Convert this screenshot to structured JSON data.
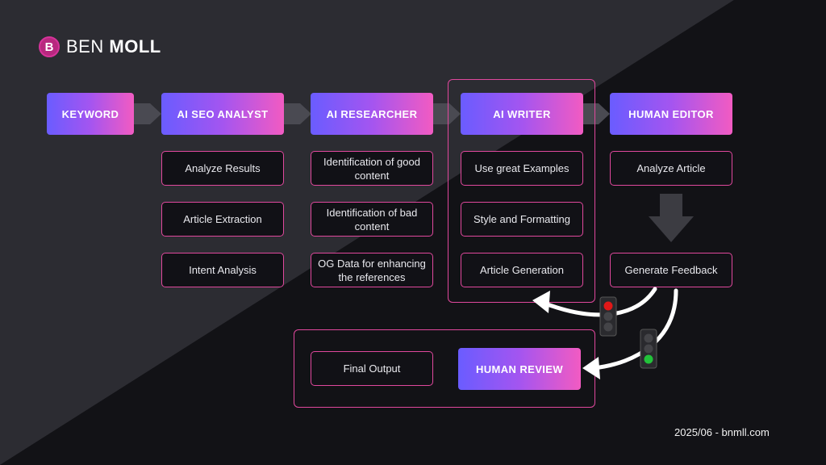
{
  "brand": {
    "first": "BEN",
    "last": "MOLL",
    "mark": "B"
  },
  "colors": {
    "accent_pink": "#e0489d",
    "gradient_start": "#6a5cff",
    "gradient_end": "#f25bc2",
    "background": "#101014"
  },
  "columns": [
    {
      "title": "KEYWORD",
      "items": []
    },
    {
      "title": "AI SEO ANALYST",
      "items": [
        "Analyze Results",
        "Article Extraction",
        "Intent Analysis"
      ]
    },
    {
      "title": "AI RESEARCHER",
      "items": [
        "Identification of good content",
        "Identification of bad content",
        "OG Data for enhancing the references"
      ]
    },
    {
      "title": "AI WRITER",
      "items": [
        "Use great Examples",
        "Style and Formatting",
        "Article Generation"
      ]
    },
    {
      "title": "HUMAN EDITOR",
      "items": [
        "Analyze Article",
        "Generate Feedback"
      ]
    }
  ],
  "review": {
    "title": "HUMAN REVIEW",
    "output": "Final Output"
  },
  "signals": [
    {
      "name": "traffic-light-red",
      "state": "red"
    },
    {
      "name": "traffic-light-green",
      "state": "green"
    }
  ],
  "footer": "2025/06 - bnmll.com"
}
